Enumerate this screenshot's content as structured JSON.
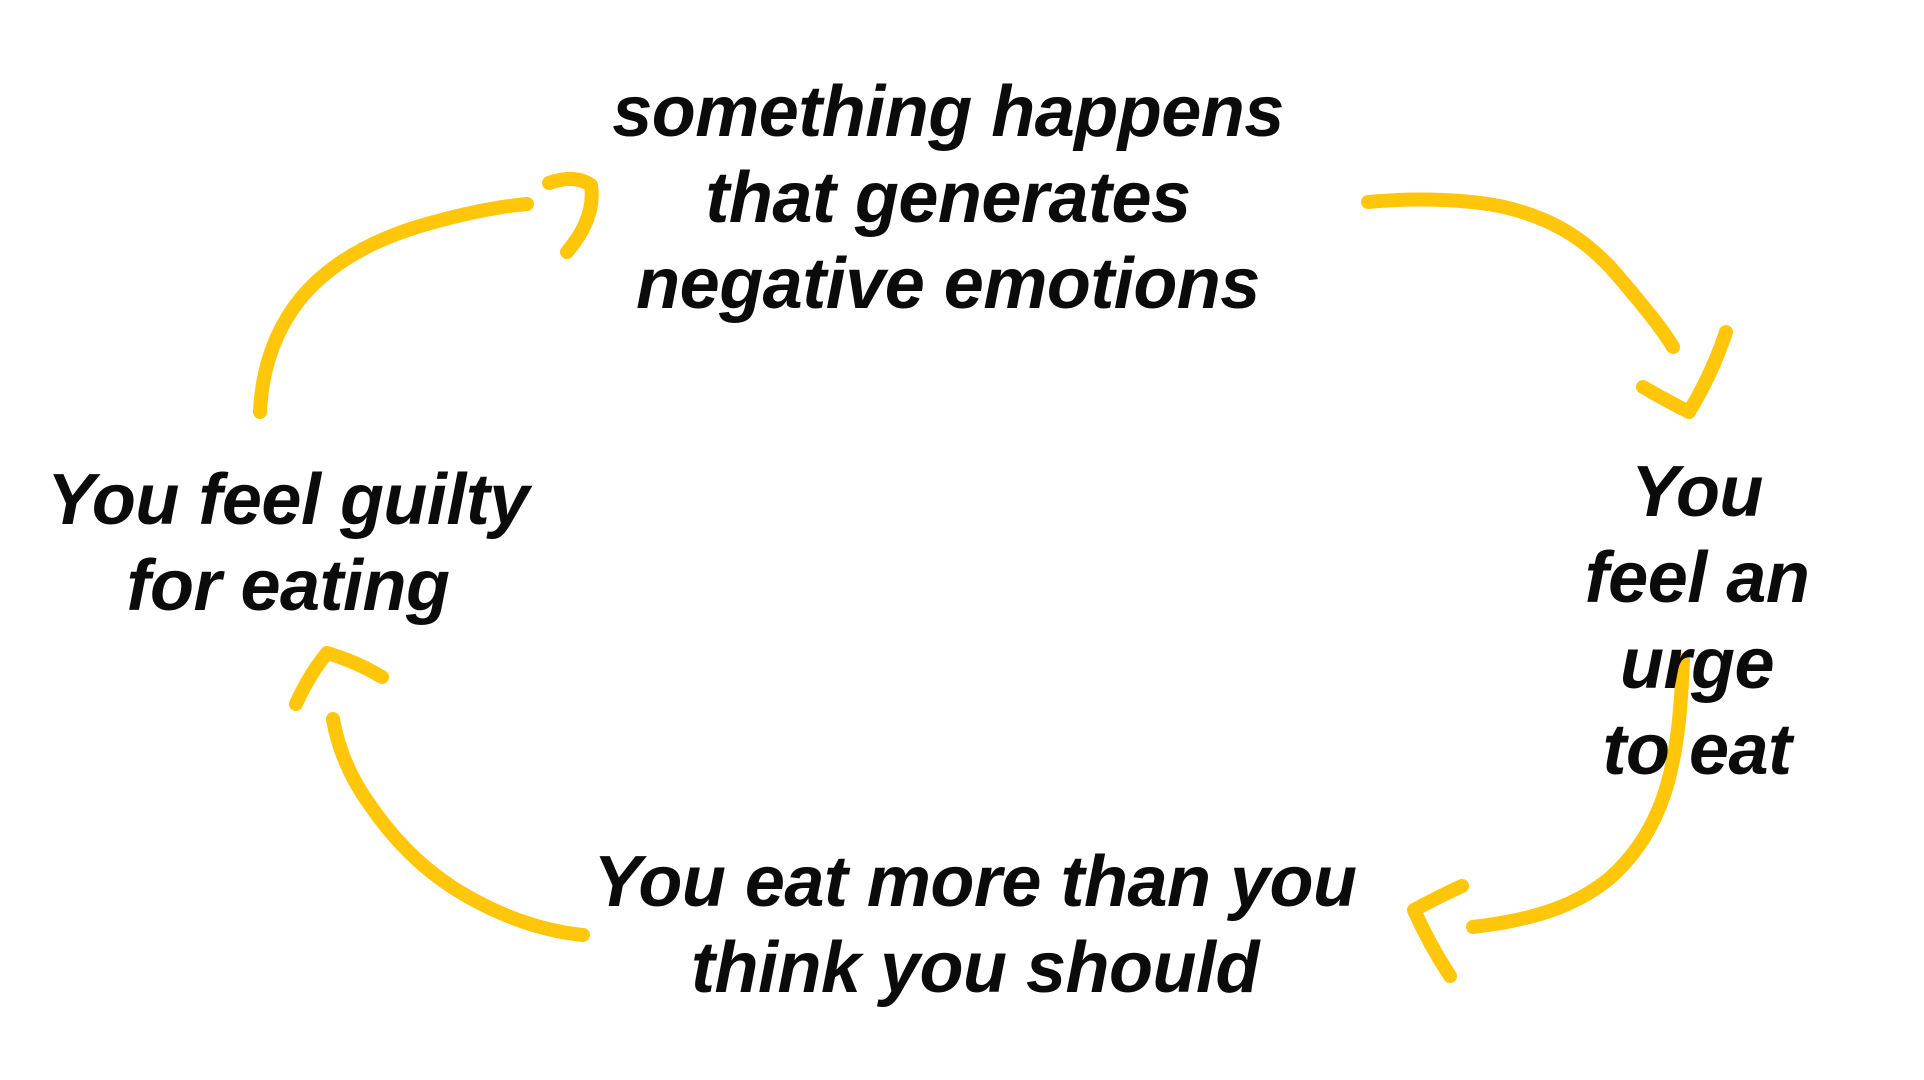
{
  "background": "#FFFFFF",
  "colors": {
    "arrow": "#FFC60A",
    "text": "#0B0B0B"
  },
  "nodes": [
    {
      "id": "trigger",
      "label": "something happens\nthat generates\nnegative emotions"
    },
    {
      "id": "urge",
      "label": "You feel an\nurge to eat"
    },
    {
      "id": "overeat",
      "label": "You eat more than you\nthink you should"
    },
    {
      "id": "guilt",
      "label": "You feel guilty\nfor eating"
    }
  ],
  "arrows": [
    {
      "from": "guilt",
      "to": "trigger"
    },
    {
      "from": "trigger",
      "to": "urge"
    },
    {
      "from": "urge",
      "to": "overeat"
    },
    {
      "from": "overeat",
      "to": "guilt"
    }
  ]
}
